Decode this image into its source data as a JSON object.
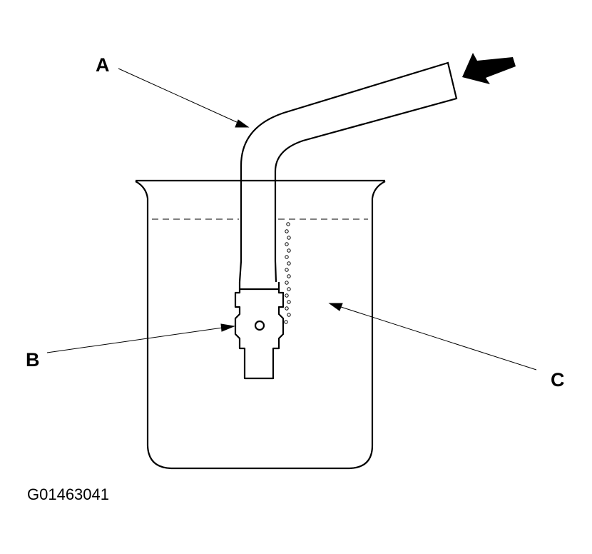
{
  "labels": {
    "a": "A",
    "b": "B",
    "c": "C"
  },
  "figure_code": "G01463041",
  "colors": {
    "ink": "#000000",
    "paper": "#ffffff"
  }
}
